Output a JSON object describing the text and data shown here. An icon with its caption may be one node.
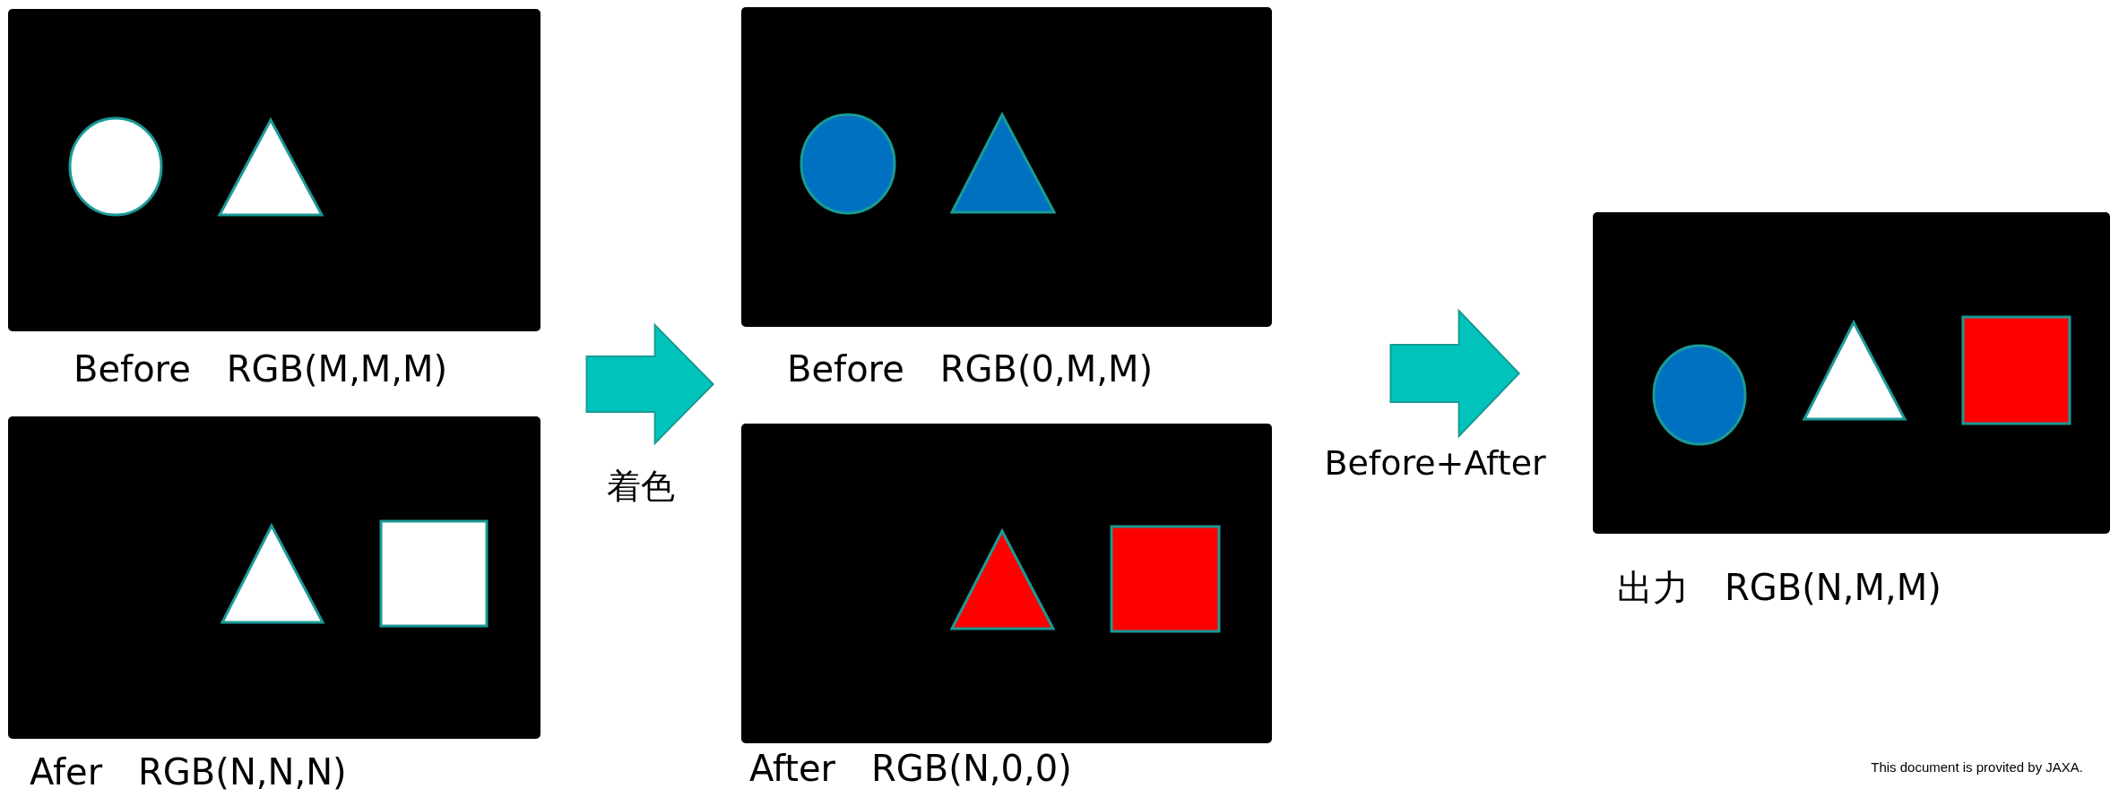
{
  "diagram": {
    "nodes": [
      {
        "text": [],
        "shape": "box",
        "beside": [
          "Before　RGB(M,M,M)"
        ]
      },
      {
        "text": [],
        "shape": "box",
        "beside": [
          "Afer　RGB(N,N,N)"
        ]
      },
      {
        "text": [],
        "shape": "box",
        "beside": [
          "Before　RGB(0,M,M)"
        ]
      },
      {
        "text": [],
        "shape": "box",
        "beside": [
          "After　RGB(N,0,0)"
        ]
      },
      {
        "text": [],
        "shape": "box",
        "beside": [
          "出力　RGB(N,M,M)"
        ]
      }
    ],
    "edges": [
      {
        "from": 0,
        "to": 2,
        "arrow": "to",
        "label": "着色"
      },
      {
        "from": 1,
        "to": 3,
        "arrow": "to"
      },
      {
        "from": 2,
        "to": 4,
        "arrow": "to",
        "label": "Before+After"
      },
      {
        "from": 3,
        "to": 4,
        "arrow": "to"
      }
    ],
    "labels": [
      "This document is provited by JAXA."
    ]
  }
}
